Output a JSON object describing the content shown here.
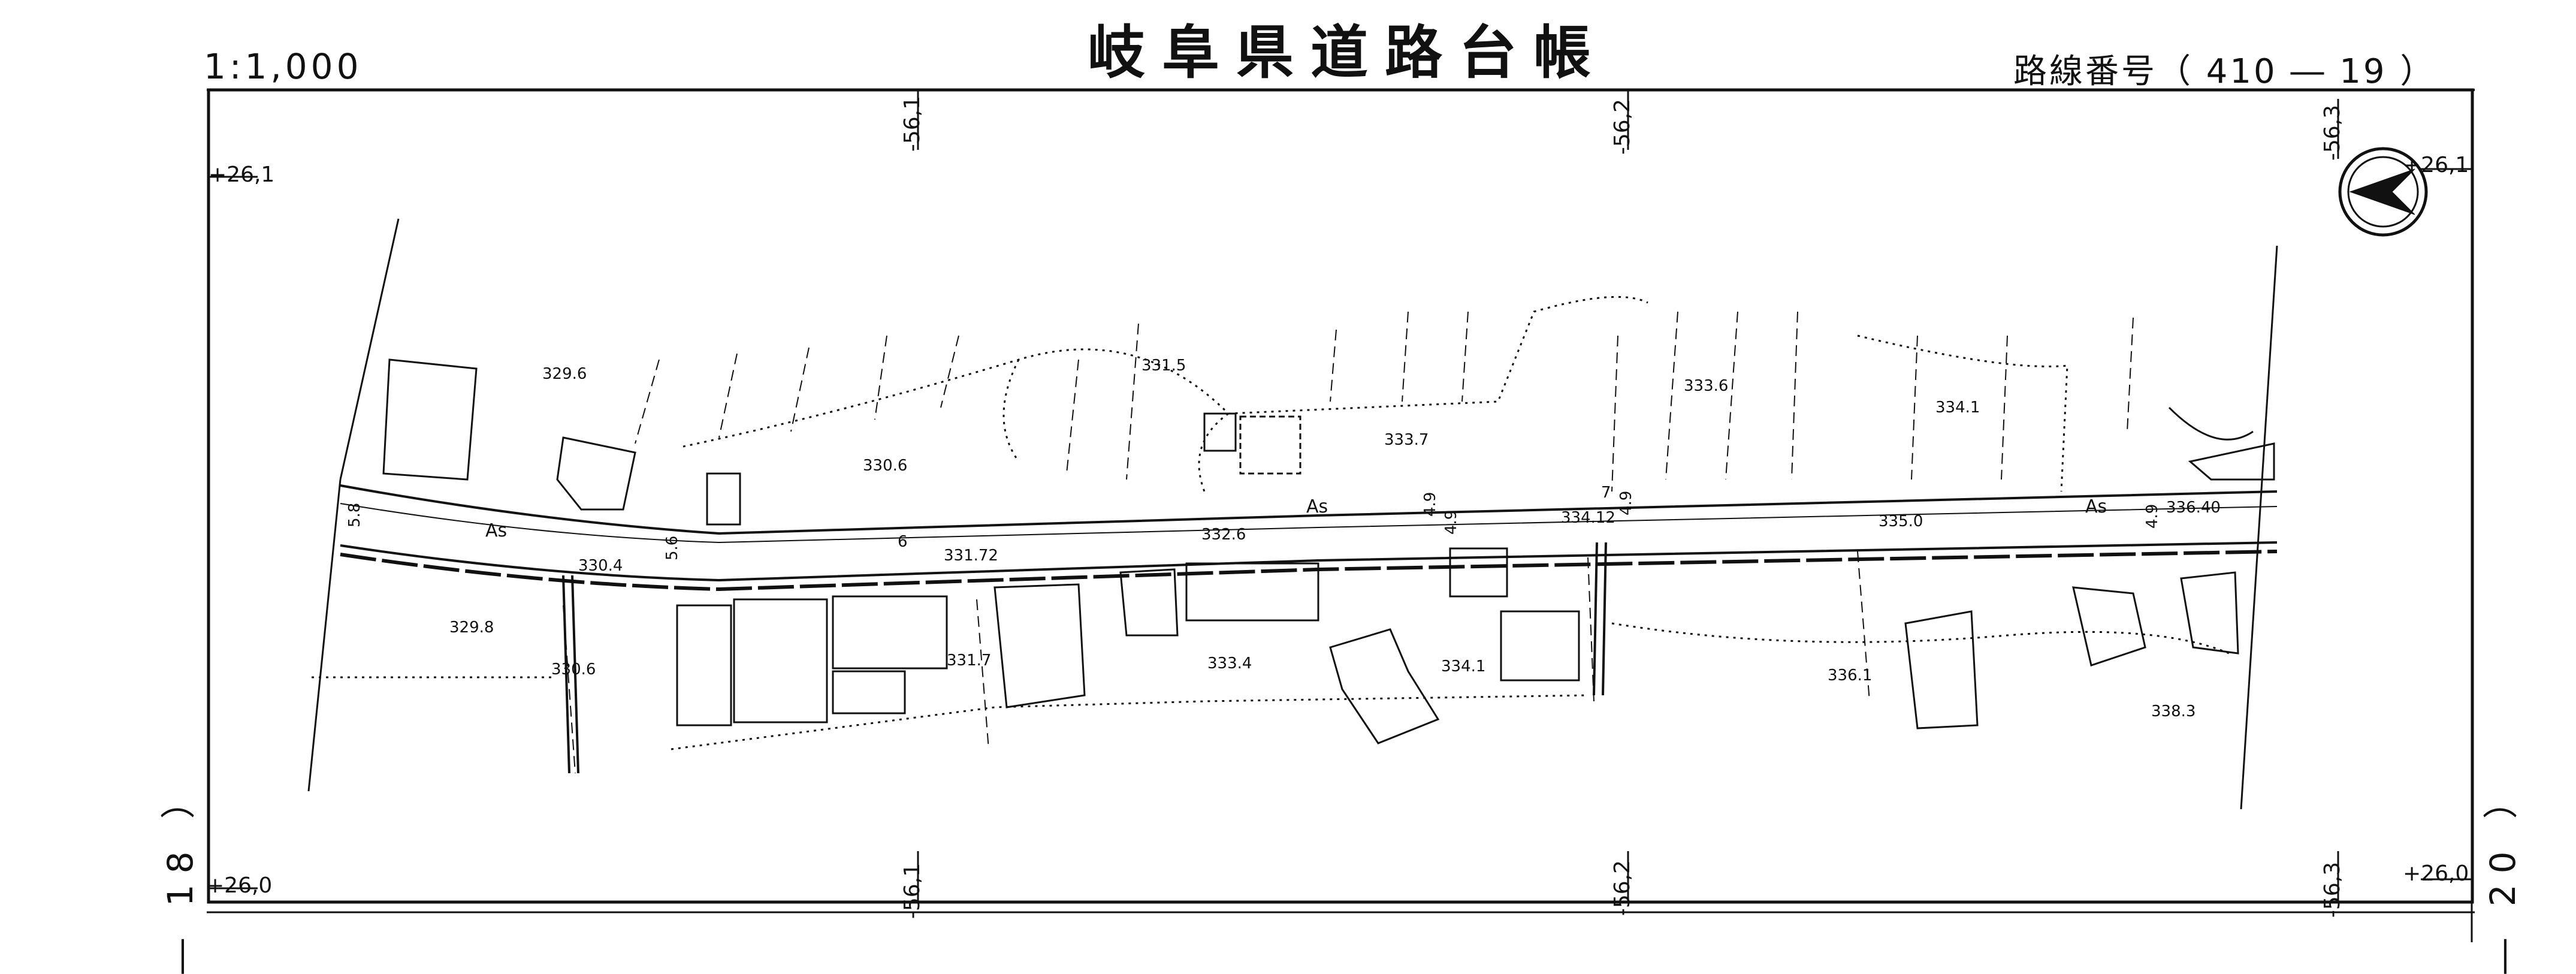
{
  "header": {
    "title": "岐阜県道路台帳",
    "scale": "1:1,000",
    "route_number": "路線番号（ 410 ― 19 ）"
  },
  "grid_labels": {
    "top_x": [
      "-56,1",
      "-56,2",
      "-56,3"
    ],
    "bottom_x": [
      "-56,1",
      "-56,2",
      "-56,3"
    ],
    "left_top_y": "+26,1",
    "right_top_y": "+26,1",
    "left_bottom_y": "+26,0",
    "right_bottom_y": "+26,0"
  },
  "sheet_refs": {
    "left": "― 18 ）",
    "right": "― 20 ）"
  },
  "map": {
    "road_surface": "As",
    "elevations": [
      "329.6",
      "331.5",
      "333.6",
      "334.1",
      "330.6",
      "333.7",
      "329.8",
      "330.4",
      "331.72",
      "332.6",
      "334.12",
      "335.0",
      "336.40",
      "330.6",
      "331.7",
      "333.4",
      "334.1",
      "336.1",
      "338.3"
    ],
    "widths": [
      "5.8",
      "5.6",
      "6",
      "4.9",
      "4.9",
      "7",
      "4.9",
      "4.9"
    ]
  }
}
